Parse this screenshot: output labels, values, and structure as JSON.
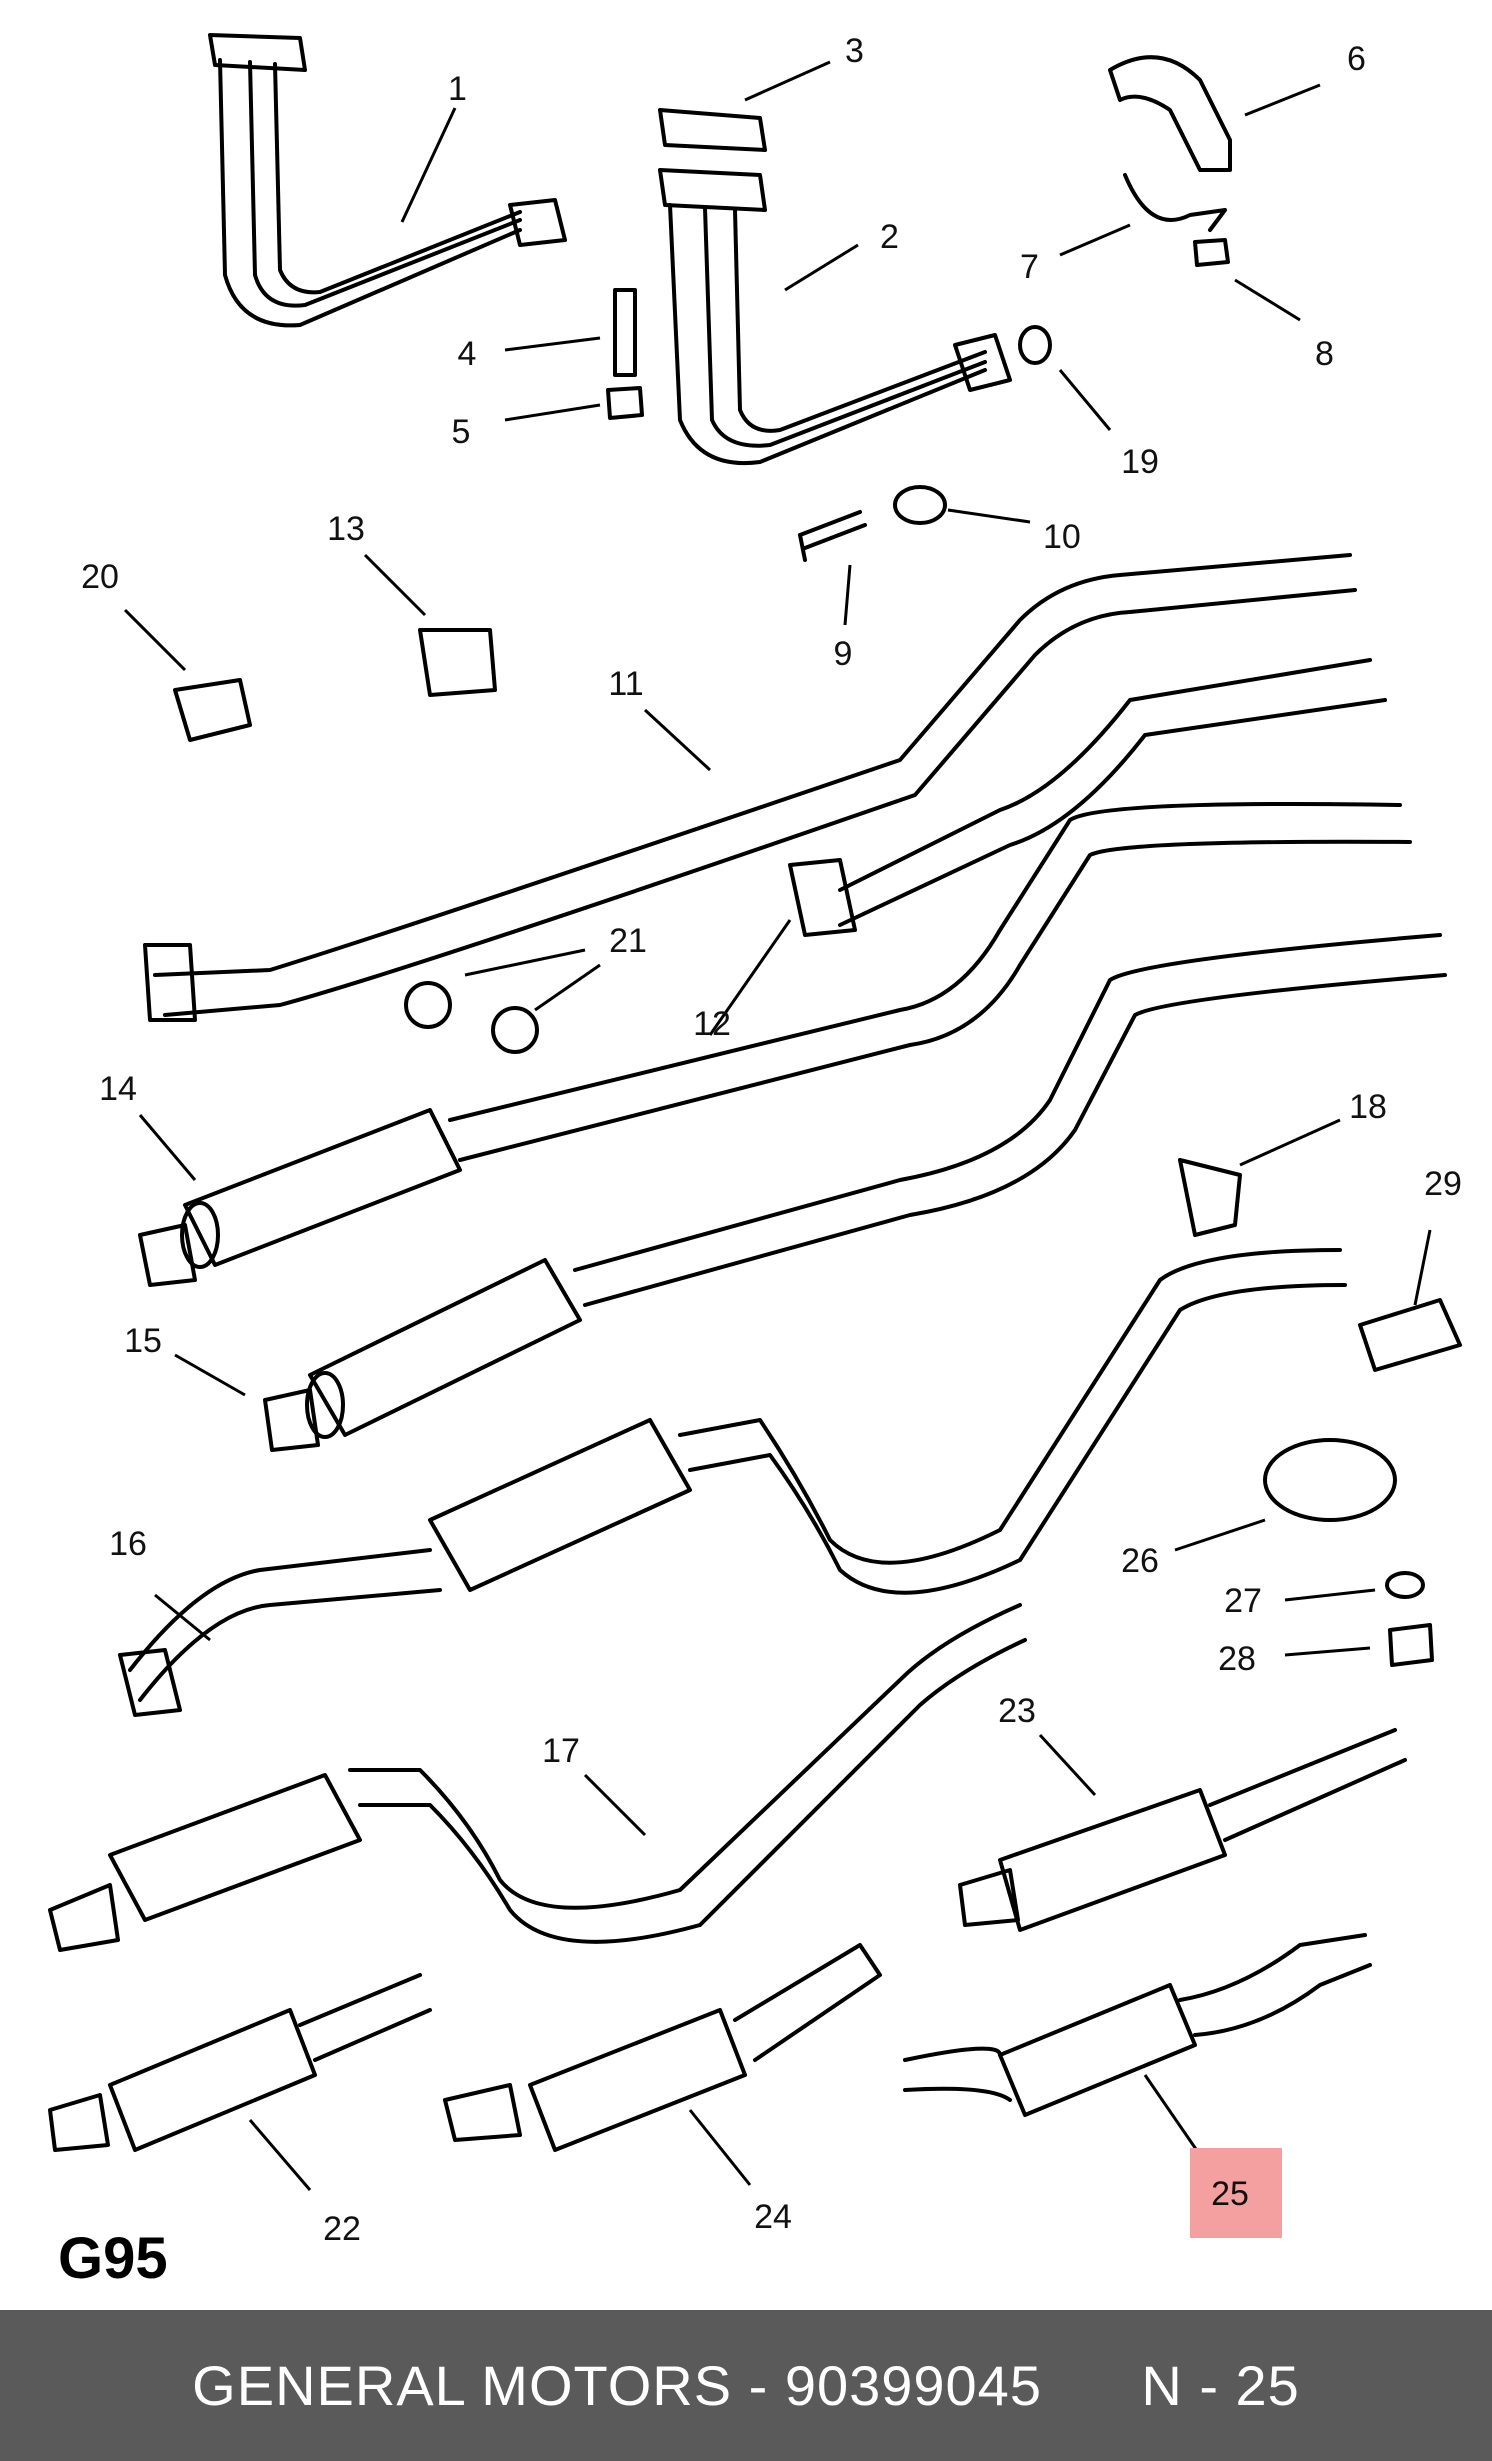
{
  "diagram": {
    "code": "G95",
    "highlight_color": "#f4a0a0",
    "highlighted_label": "25",
    "labels": [
      "1",
      "2",
      "3",
      "4",
      "5",
      "6",
      "7",
      "8",
      "9",
      "10",
      "11",
      "12",
      "13",
      "14",
      "15",
      "16",
      "17",
      "18",
      "19",
      "20",
      "21",
      "22",
      "23",
      "24",
      "25",
      "26",
      "27",
      "28",
      "29"
    ]
  },
  "footer": {
    "brand": "GENERAL MOTORS",
    "separator": " - ",
    "part_number": "90399045",
    "position_text": "N - 25",
    "background": "#5a5a5a"
  }
}
